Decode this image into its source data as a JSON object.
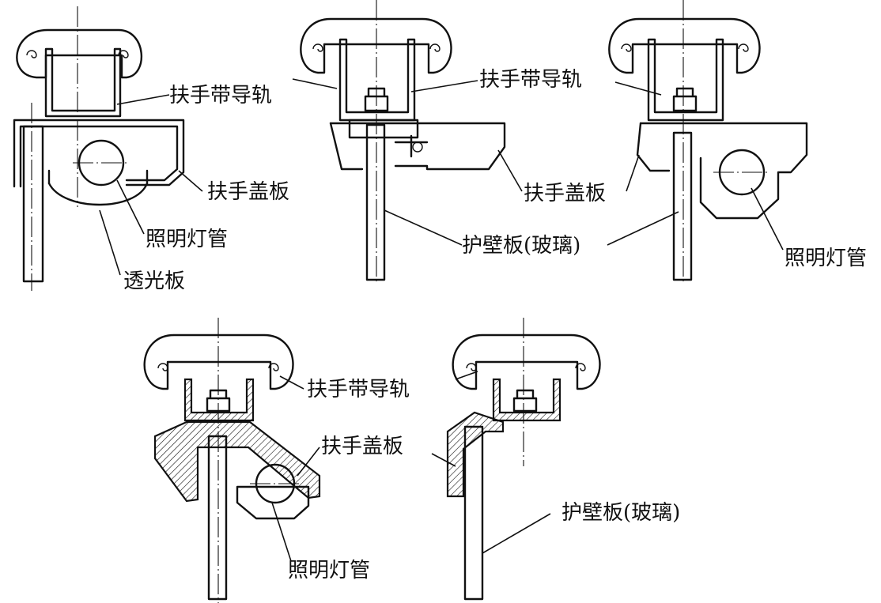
{
  "labels": {
    "handrail_guide": "扶手带导轨",
    "handrail_cover": "扶手盖板",
    "lighting_tube": "照明灯管",
    "diffuser": "透光板",
    "balustrade_glass": "护壁板(玻璃)"
  }
}
